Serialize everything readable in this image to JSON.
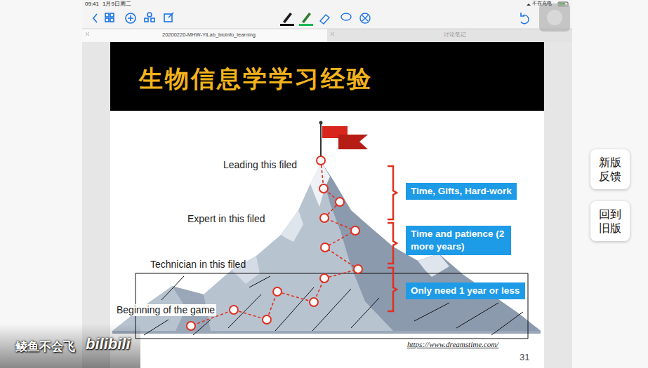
{
  "diagram": {
    "title": "生物信息学学习经验",
    "nodes": [
      {
        "text": [
          "Time, Gifts, Hard-work"
        ]
      },
      {
        "text": [
          "Time and patience (2 more years)"
        ]
      },
      {
        "text": [
          "Only need 1 year or less"
        ]
      },
      {
        "text": [
          "新版 反馈"
        ]
      },
      {
        "text": [
          "回到 旧版"
        ]
      }
    ],
    "labels": [
      "09:41",
      "1月9日周二",
      "不在充电",
      "20200220-MHW-YiLab_bioinfo_learning",
      "讨论笔记",
      "Leading this filed",
      "Expert in this filed",
      "Technician in this filed",
      "Beginning of the game",
      "https://www.dreamstime.com/",
      "31",
      "鲮鱼不会飞",
      "bilibili"
    ]
  }
}
